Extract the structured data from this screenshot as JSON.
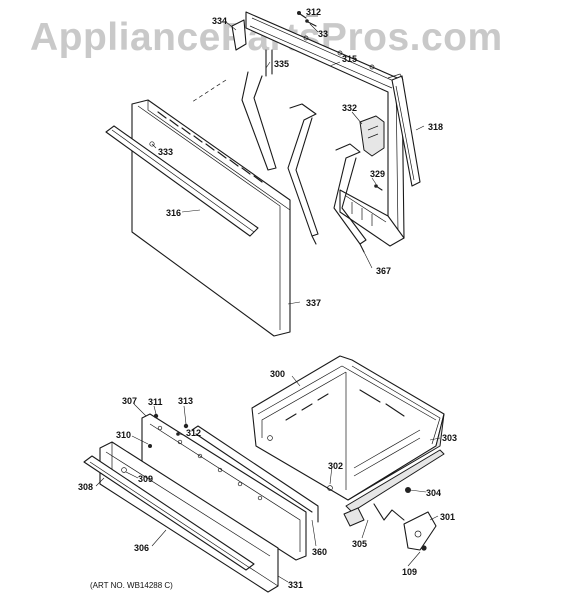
{
  "watermark": "AppliancePartsPros.com",
  "art_number": "(ART NO. WB14288 C)",
  "callouts": {
    "p334": "334",
    "p312a": "312",
    "p33x": "33",
    "p335": "335",
    "p315": "315",
    "p332": "332",
    "p318": "318",
    "p333": "333",
    "p316": "316",
    "p329": "329",
    "p367": "367",
    "p337": "337",
    "p300": "300",
    "p307": "307",
    "p311": "311",
    "p313": "313",
    "p310": "310",
    "p312b": "312",
    "p303": "303",
    "p302": "302",
    "p308": "308",
    "p309": "309",
    "p304": "304",
    "p301": "301",
    "p305": "305",
    "p306": "306",
    "p360": "360",
    "p109": "109",
    "p331": "331"
  }
}
